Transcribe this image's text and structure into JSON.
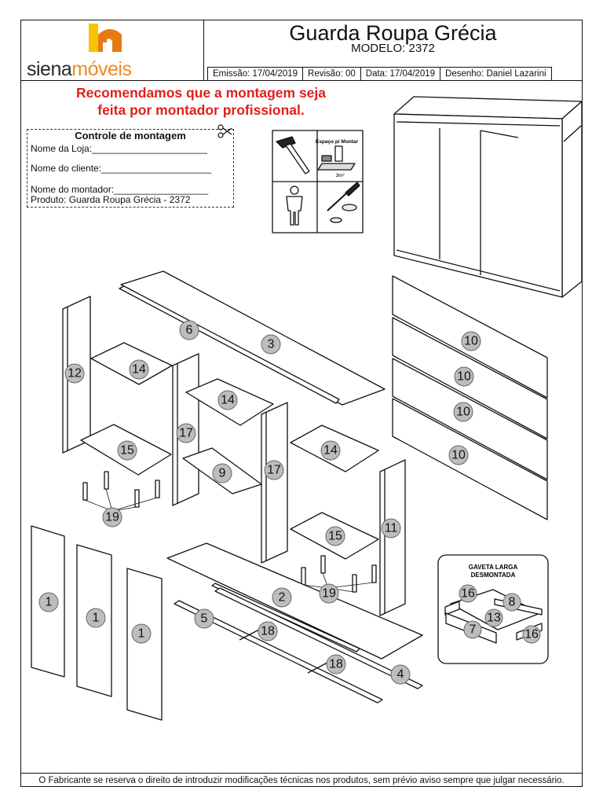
{
  "header": {
    "title": "Guarda Roupa Grécia",
    "model": "MODELO: 2372",
    "brand_part1": "siena",
    "brand_part2": "móveis",
    "emissao": "Emissão: 17/04/2019",
    "revisao": "Revisão: 00",
    "data": "Data: 17/04/2019",
    "desenho": "Desenho: Daniel Lazarini"
  },
  "recommendation": {
    "line1": "Recomendamos que a montagem seja",
    "line2": "feita por montador profissional."
  },
  "control": {
    "title": "Controle de montagem",
    "loja": "Nome  da  Loja:______________________",
    "cliente": "Nome do cliente:_____________________",
    "montador": "Nome  do  montador:__________________",
    "produto": "Produto: Guarda Roupa Grécia - 2372"
  },
  "tools": {
    "space_label": "Espaço p/ Montar",
    "area_label": "3m²",
    "icons": [
      "hammer-icon",
      "assembly-space-icon",
      "person-icon",
      "screwdriver-icon"
    ]
  },
  "parts": {
    "p1": "1",
    "p2": "2",
    "p3": "3",
    "p4": "4",
    "p5": "5",
    "p6": "6",
    "p7": "7",
    "p8": "8",
    "p9": "9",
    "p10": "10",
    "p11": "11",
    "p12": "12",
    "p13": "13",
    "p14": "14",
    "p15": "15",
    "p16": "16",
    "p17": "17",
    "p18": "18",
    "p19": "19"
  },
  "drawer": {
    "title1": "GAVETA LARGA",
    "title2": "DESMONTADA"
  },
  "footer": "O Fabricante se reserva o direito de introduzir modificações técnicas nos produtos, sem prévio aviso sempre que julgar necessário."
}
